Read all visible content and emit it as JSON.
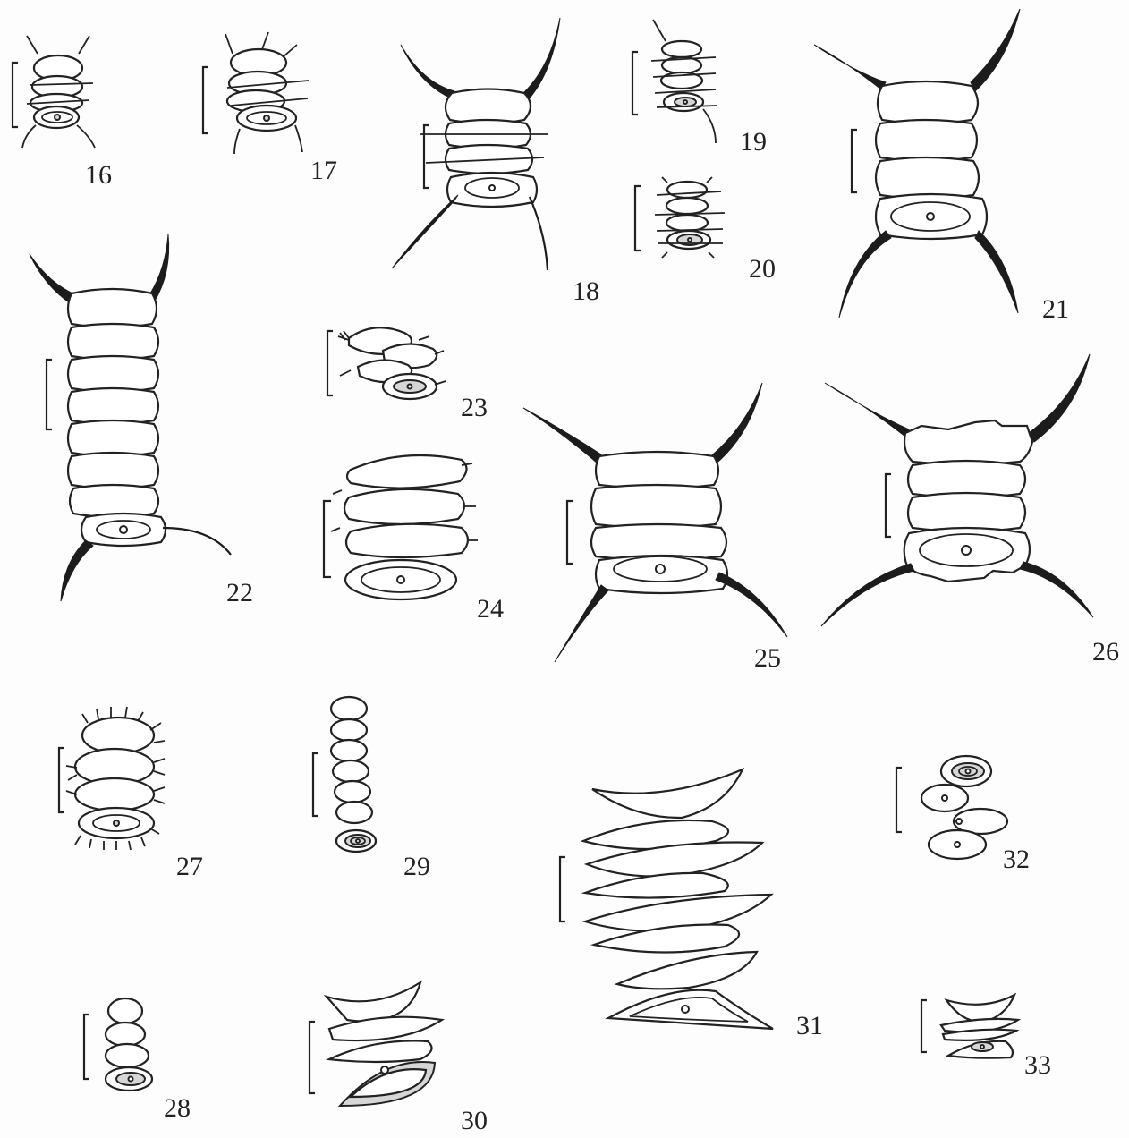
{
  "figure_labels": [
    "16",
    "17",
    "18",
    "19",
    "20",
    "21",
    "22",
    "23",
    "24",
    "25",
    "26",
    "27",
    "28",
    "29",
    "30",
    "31",
    "32",
    "33"
  ],
  "colors": {
    "ink": "#222222",
    "paper": "#fdfdfd"
  }
}
